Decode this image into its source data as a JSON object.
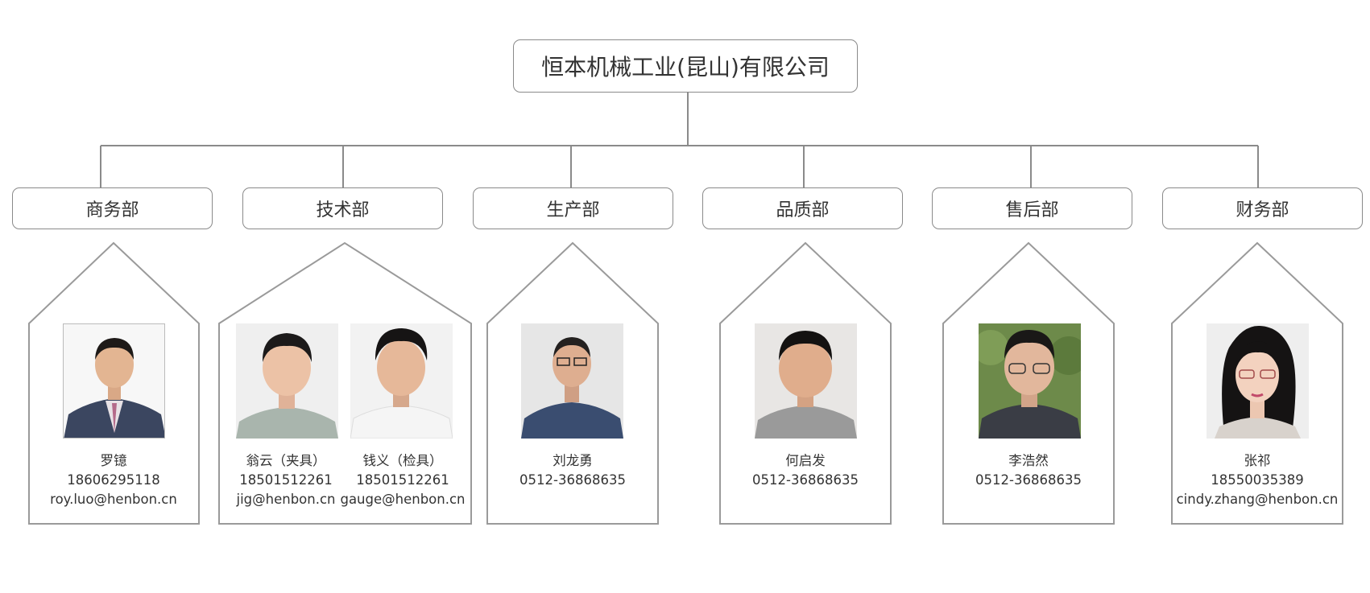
{
  "company": {
    "name": "恒本机械工业(昆山)有限公司"
  },
  "departments": [
    {
      "name": "商务部",
      "people": [
        {
          "name": "罗镱",
          "phone": "18606295118",
          "email": "roy.luo@henbon.cn"
        }
      ]
    },
    {
      "name": "技术部",
      "people": [
        {
          "name": "翁云（夹具）",
          "phone": "18501512261",
          "email": "jig@henbon.cn"
        },
        {
          "name": "钱义（检具）",
          "phone": "18501512261",
          "email": "gauge@henbon.cn"
        }
      ]
    },
    {
      "name": "生产部",
      "people": [
        {
          "name": "刘龙勇",
          "phone": "0512-36868635",
          "email": ""
        }
      ]
    },
    {
      "name": "品质部",
      "people": [
        {
          "name": "何启发",
          "phone": "0512-36868635",
          "email": ""
        }
      ]
    },
    {
      "name": "售后部",
      "people": [
        {
          "name": "李浩然",
          "phone": "0512-36868635",
          "email": ""
        }
      ]
    },
    {
      "name": "财务部",
      "people": [
        {
          "name": "张祁",
          "phone": "18550035389",
          "email": "cindy.zhang@henbon.cn"
        }
      ]
    }
  ],
  "colors": {
    "line": "#8a8a8a",
    "text": "#333333"
  }
}
